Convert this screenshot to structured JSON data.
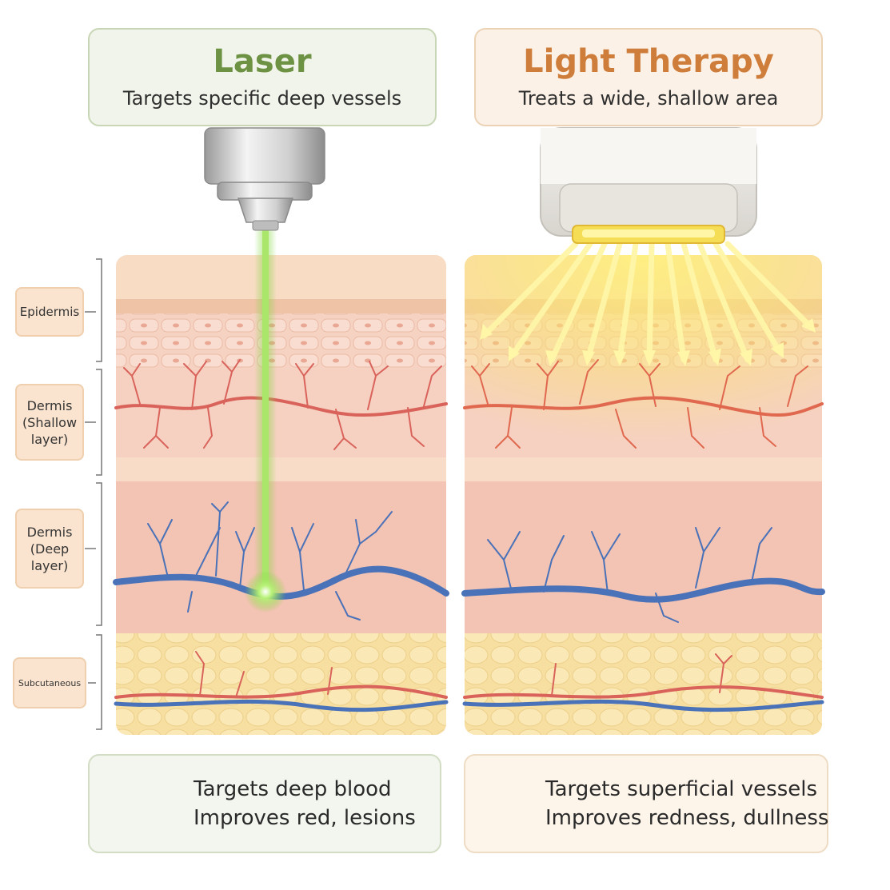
{
  "laser": {
    "title": "Laser",
    "subtitle": "Targets specific deep vessels",
    "bottom_line1": "Targets deep blood",
    "bottom_line2": "Improves red, lesions",
    "icon": "target-icon",
    "beam_color": "#7fd23a"
  },
  "light": {
    "title": "Light Therapy",
    "subtitle": "Treats a wide, shallow area",
    "bottom_line1": "Targets superficial vessels",
    "bottom_line2": "Improves redness, dullness",
    "icon": "sparkle-icon",
    "beam_color": "#f7e64a"
  },
  "layers": {
    "epidermis": "Epidermis",
    "dermis_shallow_1": "Dermis",
    "dermis_shallow_2": "(Shallow",
    "dermis_shallow_3": "layer)",
    "dermis_deep_1": "Dermis",
    "dermis_deep_2": "(Deep",
    "dermis_deep_3": "layer)",
    "subcutaneous": "Subcutaneous"
  },
  "colors": {
    "laser_accent": "#6e9243",
    "light_accent": "#cf7d3b",
    "artery": "#d9635b",
    "vein": "#4a72b8"
  }
}
